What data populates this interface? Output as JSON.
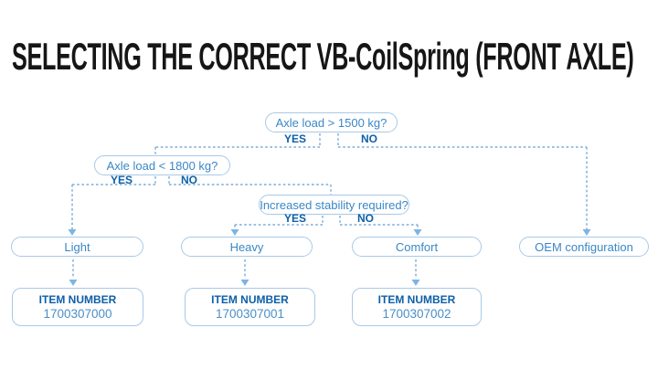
{
  "title": "SELECTING THE CORRECT VB-CoilSpring (FRONT AXLE)",
  "colors": {
    "title_text": "#161616",
    "pill_border": "#a9c9e7",
    "pill_text": "#3b87c5",
    "branch_label_text": "#0d5fa8",
    "item_label_text": "#0d5fa8",
    "item_number_text": "#4a8fc7",
    "connector_dash": "#8fb8de",
    "arrowhead": "#7eb4e2",
    "background": "#ffffff"
  },
  "flowchart": {
    "decisions": [
      {
        "question": "Axle load > 1500 kg?",
        "yes": "YES",
        "no": "NO"
      },
      {
        "question": "Axle load < 1800 kg?",
        "yes": "YES",
        "no": "NO"
      },
      {
        "question": "Increased stability required?",
        "yes": "YES",
        "no": "NO"
      }
    ],
    "outcomes": [
      {
        "label": "Light"
      },
      {
        "label": "Heavy"
      },
      {
        "label": "Comfort"
      },
      {
        "label": "OEM configuration"
      }
    ],
    "items": [
      {
        "label": "ITEM NUMBER",
        "number": "1700307000"
      },
      {
        "label": "ITEM NUMBER",
        "number": "1700307001"
      },
      {
        "label": "ITEM NUMBER",
        "number": "1700307002"
      }
    ]
  }
}
